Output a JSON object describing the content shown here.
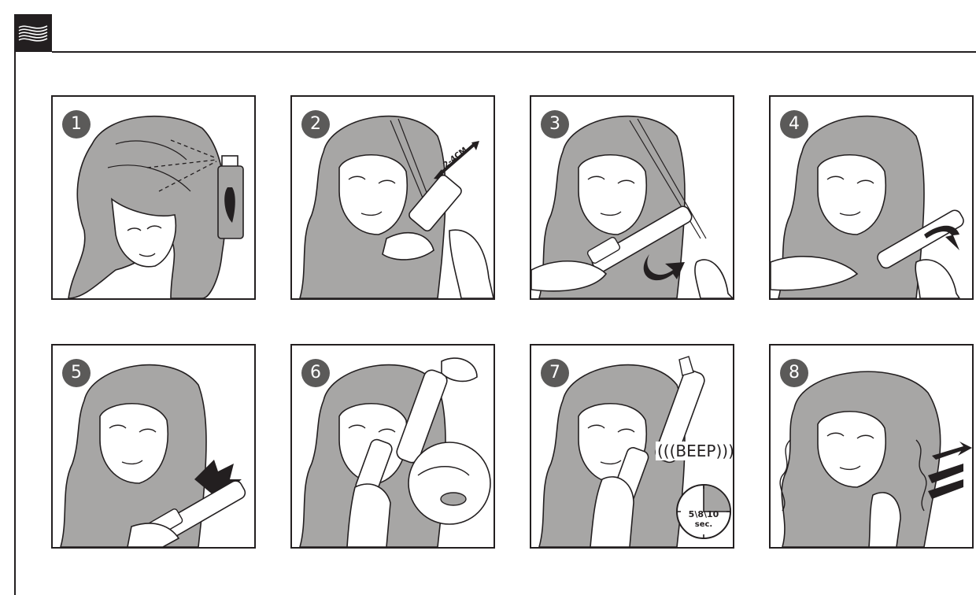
{
  "header": {
    "logo_icon": "wavy-hair-logo-icon"
  },
  "colors": {
    "ink": "#231f20",
    "hair_gray": "#a7a6a5",
    "badge_gray": "#5b5a59"
  },
  "steps": [
    {
      "number": "1",
      "illustration": "apply-heat-protection-spray"
    },
    {
      "number": "2",
      "illustration": "comb-section-of-hair",
      "section_size": "2-4CM"
    },
    {
      "number": "3",
      "illustration": "open-clamp-place-curler"
    },
    {
      "number": "4",
      "illustration": "wind-hair-around-barrel"
    },
    {
      "number": "5",
      "illustration": "slide-curler-up-to-roots"
    },
    {
      "number": "6",
      "illustration": "press-button-close-clamp"
    },
    {
      "number": "7",
      "illustration": "wait-for-beep",
      "sound": "(((BEEP)))",
      "timer_value": "5\\8\\10",
      "timer_unit": "sec."
    },
    {
      "number": "8",
      "illustration": "finished-curls"
    }
  ]
}
